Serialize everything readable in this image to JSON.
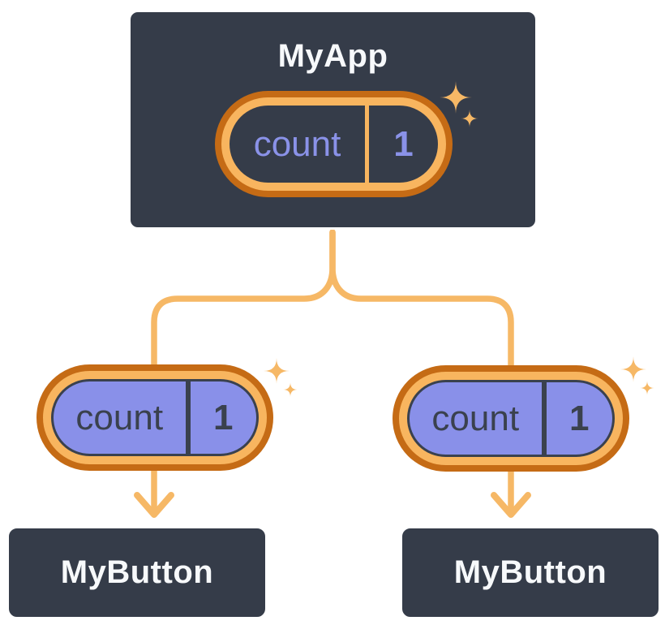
{
  "diagram": {
    "description": "Component tree: parent passes count state down as props to two buttons",
    "nodes": {
      "app": {
        "label": "MyApp",
        "pill": {
          "key": "count",
          "value": "1"
        }
      },
      "button_left": {
        "label": "MyButton",
        "pill": {
          "key": "count",
          "value": "1"
        }
      },
      "button_right": {
        "label": "MyButton",
        "pill": {
          "key": "count",
          "value": "1"
        }
      }
    },
    "icons": {
      "sparkle": "four-point-star",
      "arrow": "open-down-arrowhead"
    },
    "colors": {
      "node_fill": "#353C49",
      "node_border": "#FFFFFF",
      "node_text": "#F7F9FB",
      "pill_ring_outer": "#C56B15",
      "pill_ring_inner": "#F8B55F",
      "connector": "#F6B866",
      "prop_pill_fill": "#8990E9",
      "prop_pill_text": "#3A414E",
      "state_pill_text": "#8A92E8",
      "background": "#FFFFFF"
    }
  }
}
